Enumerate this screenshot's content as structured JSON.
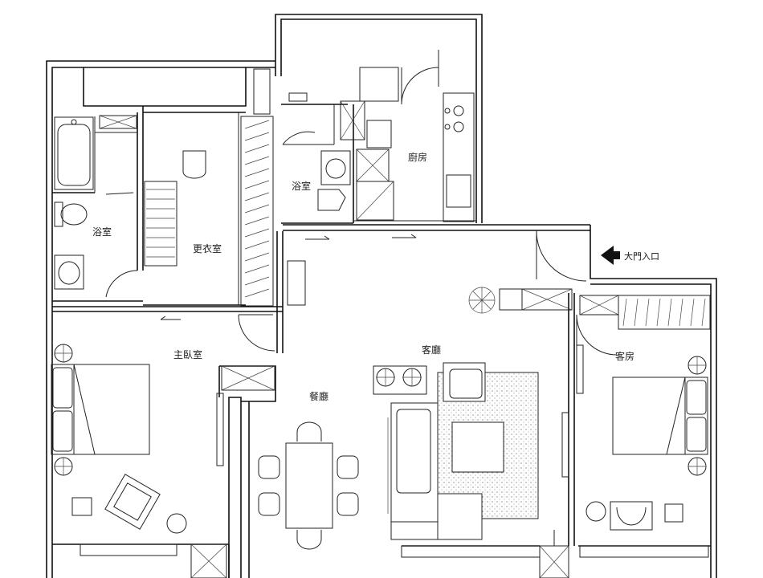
{
  "rooms": {
    "bath_left": "浴室",
    "dressing": "更衣室",
    "bath_mid": "浴室",
    "kitchen": "廚房",
    "master_bedroom": "主臥室",
    "dining": "餐廳",
    "living": "客廳",
    "guest_room": "客房"
  },
  "entrance": {
    "label": "大門入口",
    "icon": "arrow-left-icon"
  },
  "colors": {
    "line": "#111111",
    "background": "#ffffff"
  }
}
